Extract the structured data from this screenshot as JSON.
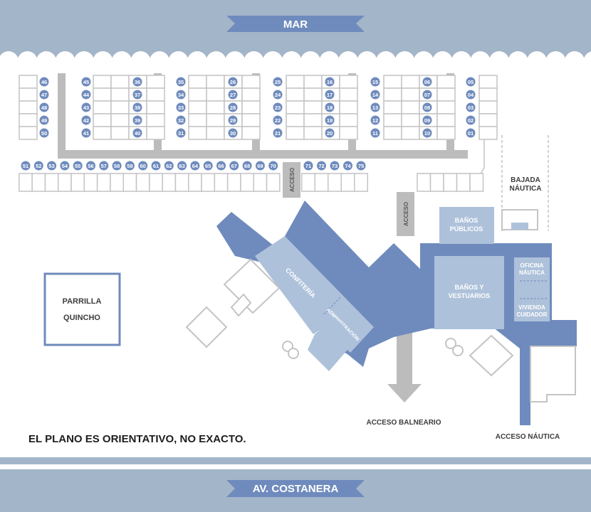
{
  "header": {
    "label": "MAR"
  },
  "footer": {
    "label": "AV. COSTANERA"
  },
  "note": "EL PLANO ES ORIENTATIVO, NO EXACTO.",
  "access": {
    "acceso_top": "ACCESO",
    "acceso_mid": "ACCESO",
    "balneario": "ACCESO BALNEARIO",
    "nautica": "ACCESO NÁUTICA"
  },
  "buildings": {
    "parrilla": [
      "PARRILLA",
      "QUINCHO"
    ],
    "confiteria": "CONFITERÍA",
    "administracion": "ADMINISTRACIÓN",
    "banos_publicos": [
      "BAÑOS",
      "PÚBLICOS"
    ],
    "banos_vestuarios": [
      "BAÑOS Y",
      "VESTUARIOS"
    ],
    "oficina_nautica": [
      "OFICINA",
      "NÁUTICA"
    ],
    "vivienda_cuidador": [
      "VIVIENDA",
      "CUIDADOR"
    ],
    "bajada_nautica": [
      "BAJADA",
      "NÁUTICA"
    ]
  },
  "lots": {
    "group_a": [
      "46",
      "47",
      "48",
      "49",
      "50"
    ],
    "group_b_left": [
      "45",
      "44",
      "43",
      "42",
      "41"
    ],
    "group_b_right": [
      "36",
      "37",
      "38",
      "39",
      "40"
    ],
    "group_c_left": [
      "35",
      "34",
      "33",
      "32",
      "31"
    ],
    "group_c_right": [
      "26",
      "27",
      "28",
      "29",
      "30"
    ],
    "group_d_left": [
      "25",
      "24",
      "23",
      "22",
      "21"
    ],
    "group_d_right": [
      "16",
      "17",
      "18",
      "19",
      "20"
    ],
    "group_e_left": [
      "15",
      "14",
      "13",
      "12",
      "11"
    ],
    "group_e_right": [
      "06",
      "07",
      "08",
      "09",
      "10"
    ],
    "group_f": [
      "05",
      "04",
      "03",
      "02",
      "01"
    ],
    "row_a": [
      "51",
      "52",
      "53",
      "54",
      "55",
      "56",
      "57",
      "58",
      "59",
      "60",
      "61",
      "62",
      "63",
      "64",
      "65",
      "66",
      "67",
      "68",
      "69",
      "70"
    ],
    "row_b": [
      "71",
      "72",
      "73",
      "74",
      "75"
    ]
  },
  "colors": {
    "band": "#a3b5c9",
    "primary": "#6f8bbd",
    "light": "#adc1da",
    "grey": "#bcbcbc",
    "outline": "#c4c4c4",
    "text": "#3d3d3d",
    "white": "#ffffff"
  }
}
